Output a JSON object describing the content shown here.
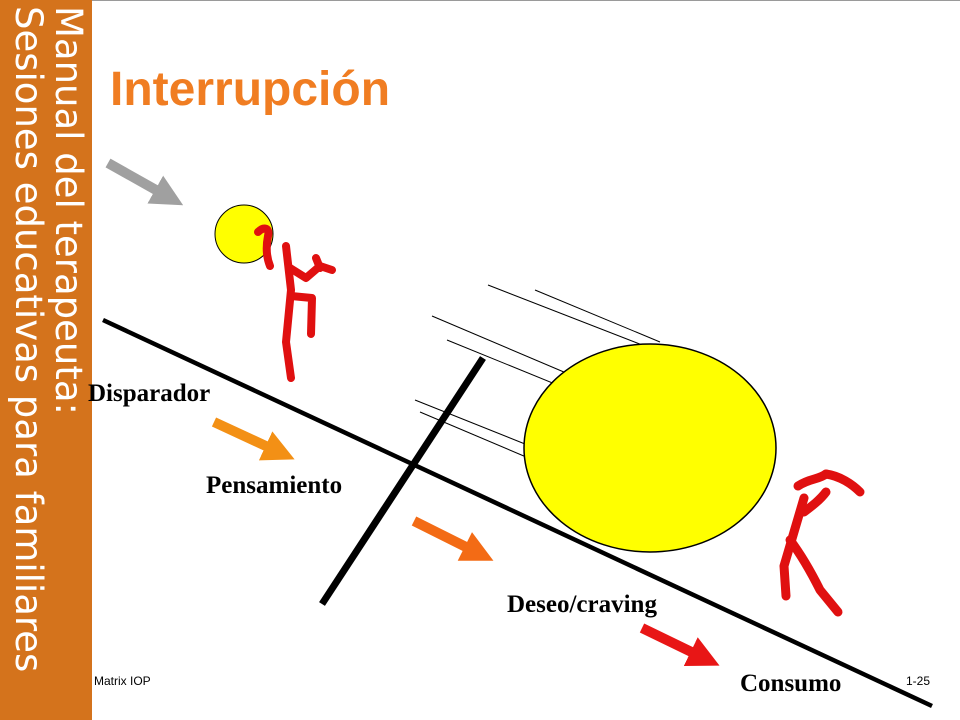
{
  "sidebar": {
    "line1": "Manual del terapeuta:",
    "line2": "Sesiones educativas para familiares"
  },
  "title": "Interrupción",
  "labels": {
    "trigger": "Disparador",
    "thought": "Pensamiento",
    "craving": "Deseo/craving",
    "use": "Consumo"
  },
  "footer": {
    "left": "Matrix IOP",
    "right": "1-25"
  },
  "colors": {
    "sidebar": "#d4731c",
    "title": "#f07d22",
    "ball": "#ffff00",
    "figure": "#e01010",
    "arrow_gray": "#a0a0a0",
    "arrow_orange": "#f39015",
    "arrow_darkorange": "#f36b15",
    "arrow_red": "#e81616"
  }
}
